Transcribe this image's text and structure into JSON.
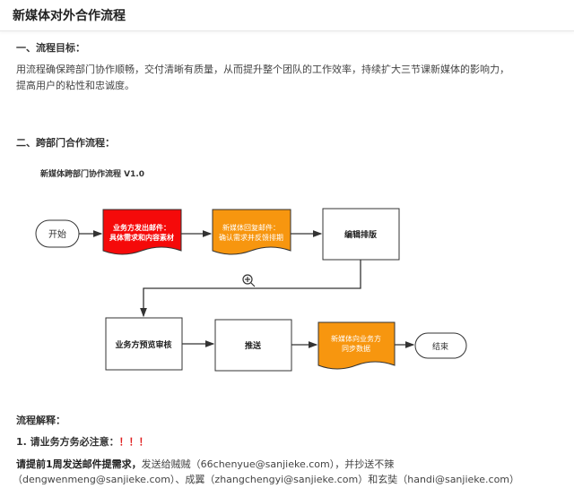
{
  "header": {
    "title": "新媒体对外合作流程"
  },
  "section1": {
    "heading": "一、流程目标：",
    "line1": "用流程确保跨部门协作顺畅，交付清晰有质量，从而提升整个团队的工作效率，持续扩大三节课新媒体的影响力，",
    "line2": "提高用户的粘性和忠诚度。"
  },
  "section2": {
    "heading": "二、跨部门合作流程："
  },
  "diagram": {
    "title": "新媒体跨部门协作流程 V1.0",
    "start": "开始",
    "step1": [
      "业务方发出邮件：",
      "具体需求和内容素材"
    ],
    "step2": [
      "新媒体回复邮件：",
      "确认需求并反馈排期"
    ],
    "step3": "编辑排版",
    "step4": "业务方预览审核",
    "step5": "推送",
    "step6": [
      "新媒体向业务方",
      "同步数据"
    ],
    "end": "结束",
    "colors": {
      "red": "#f50a0a",
      "orange": "#f7960f"
    }
  },
  "explain": {
    "heading": "流程解释：",
    "item1": "1. 请业务方务必注意：",
    "marks": "！！！",
    "bold": "请提前1周发送邮件提需求，",
    "line1": "发送给贼贼（66chenyue@sanjieke.com），并抄送不辣",
    "line2": "（dengwenmeng@sanjieke.com）、成翼（zhangchengyi@sanjieke.com）和玄奘（handi@sanjieke.com）"
  }
}
